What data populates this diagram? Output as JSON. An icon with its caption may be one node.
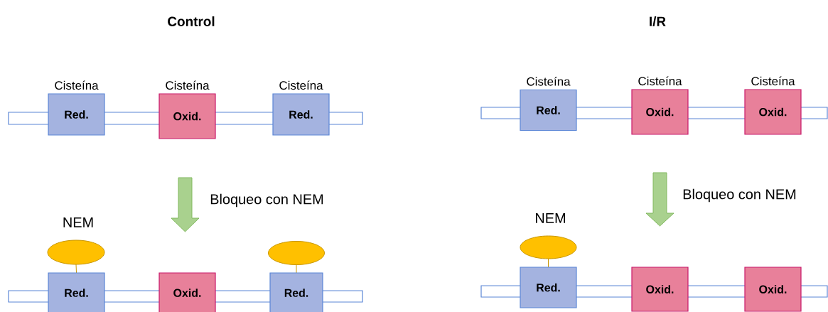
{
  "diagram": {
    "nodes": [
      {
        "text": [
          "Cisteína",
          "Red."
        ]
      },
      {
        "text": [
          "Cisteína",
          "Oxid."
        ]
      },
      {
        "text": [
          "Cisteína",
          "Red."
        ]
      },
      {
        "text": [
          "Cisteína",
          "Red."
        ]
      },
      {
        "text": [
          "Cisteína",
          "Oxid."
        ]
      },
      {
        "text": [
          "Cisteína",
          "Oxid."
        ]
      },
      {
        "text": [
          "NEM"
        ]
      },
      {
        "text": [],
        "shape": "ellipse"
      },
      {
        "text": [
          "NEM"
        ]
      },
      {
        "text": [
          "Red."
        ]
      },
      {
        "text": [
          "Oxid."
        ]
      },
      {
        "text": [
          "Red."
        ]
      },
      {
        "text": [
          "Red."
        ]
      },
      {
        "text": [
          "Oxid."
        ]
      },
      {
        "text": [
          "Oxid."
        ]
      },
      {
        "text": [],
        "shape": "bar"
      },
      {
        "text": [],
        "shape": "bar"
      },
      {
        "text": [],
        "shape": "bar"
      },
      {
        "text": [],
        "shape": "bar"
      }
    ],
    "edges": [
      {
        "from": 6,
        "to": 9,
        "arrow": "none"
      },
      {
        "from": 7,
        "to": 11,
        "arrow": "none"
      },
      {
        "from": 8,
        "to": 12,
        "arrow": "none"
      }
    ],
    "labels": [
      "Control",
      "I/R",
      "Bloqueo con NEM",
      "Bloqueo con NEM"
    ]
  }
}
